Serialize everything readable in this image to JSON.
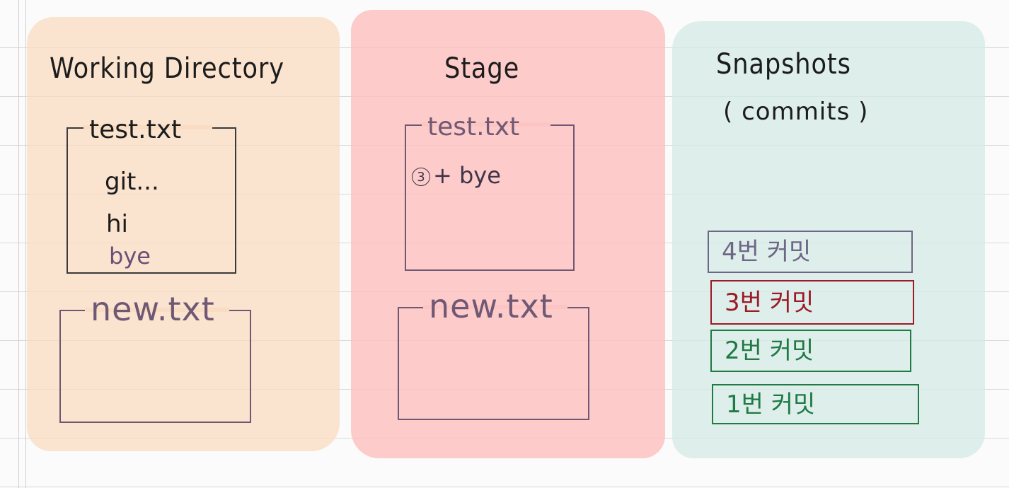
{
  "working_directory": {
    "title": "Working Directory",
    "file_test": {
      "name": "test.txt",
      "lines": [
        "git...",
        "hi",
        "bye"
      ]
    },
    "file_new": {
      "name": "new.txt"
    }
  },
  "stage": {
    "title": "Stage",
    "file_test": {
      "name": "test.txt",
      "marker": "3",
      "change": "+ bye"
    },
    "file_new": {
      "name": "new.txt"
    }
  },
  "snapshots": {
    "title": "Snapshots",
    "subtitle": "( commits )",
    "commits": [
      {
        "label": "4번 커밋",
        "color": "#6e6687"
      },
      {
        "label": "3번 커밋",
        "color": "#9b1b26"
      },
      {
        "label": "2번 커밋",
        "color": "#1f7a45"
      },
      {
        "label": "1번 커밋",
        "color": "#1f7a45"
      }
    ]
  },
  "colors": {
    "working_directory_bg": "#fadabe",
    "stage_bg": "#fcbebc",
    "snapshots_bg": "#d4eae4",
    "box_dark": "#3a3a3a",
    "box_purple": "#6f5874"
  }
}
